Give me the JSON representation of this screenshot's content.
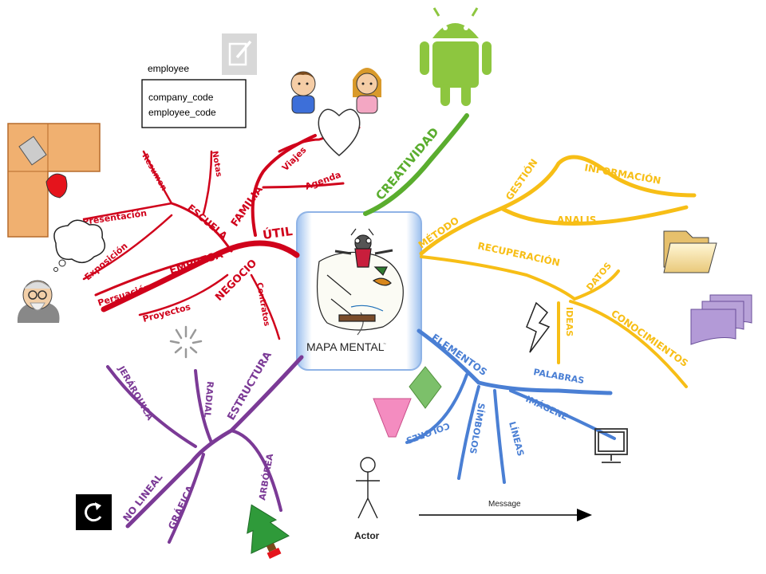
{
  "center": {
    "title": "MAPA MENTAL"
  },
  "entity": {
    "name": "employee",
    "fields": [
      "company_code",
      "employee_code"
    ]
  },
  "branches": {
    "red": {
      "color": "#d0021b",
      "main": "ÚTIL",
      "familia": "FAMILIA",
      "viajes": "Viajes",
      "agenda": "Agenda",
      "escuela": "ESCUELA",
      "resumen": "Resumen",
      "notas": "Notas",
      "presentacion": "Presentación",
      "exposicion": "Exposición",
      "negocio": "NEGOCIO",
      "empresa": "EMPRESA",
      "persuacion": "Persuación",
      "proyectos": "Proyectos",
      "contratos": "Contratos"
    },
    "green": {
      "color": "#5aad2e",
      "main": "CREATIVIDAD"
    },
    "yellow": {
      "color": "#f7be16",
      "main": "MÉTODO",
      "gestion": "GESTIÓN",
      "informacion": "INFORMACIÓN",
      "analis": "ANALIS",
      "recuperacion": "RECUPERACIÓN",
      "datos": "DATOS",
      "ideas": "IDEAS",
      "conocimientos": "CONOCIMIENTOS"
    },
    "blue": {
      "color": "#4a7fd4",
      "main": "ELEMENTOS",
      "palabras": "PALABRAS",
      "imagene": "IMÁGENE",
      "lineas": "LÍNEAS",
      "simbolos": "SÍMBOLOS",
      "colores": "COLORES"
    },
    "purple": {
      "color": "#7b3a96",
      "main": "ESTRUCTURA",
      "radial": "RADIAL",
      "jerarquica": "JERÁRQUICA",
      "nolineal": "NO LINEAL",
      "grafica": "GRÁFICA",
      "arborea": "ARBÓREA"
    }
  },
  "actor": {
    "label": "Actor"
  },
  "message": {
    "label": "Message"
  },
  "icons": [
    "edit-icon",
    "android-icon",
    "boy-icon",
    "girl-icon",
    "heart-icon",
    "desk-icon",
    "thought-bubble-icon",
    "old-man-icon",
    "spinner-icon",
    "folder-icon",
    "documents-icon",
    "lightning-icon",
    "diamond-icon",
    "funnel-icon",
    "monitor-icon",
    "refresh-icon",
    "christmas-tree-icon",
    "stick-figure-icon",
    "arrow-icon"
  ]
}
